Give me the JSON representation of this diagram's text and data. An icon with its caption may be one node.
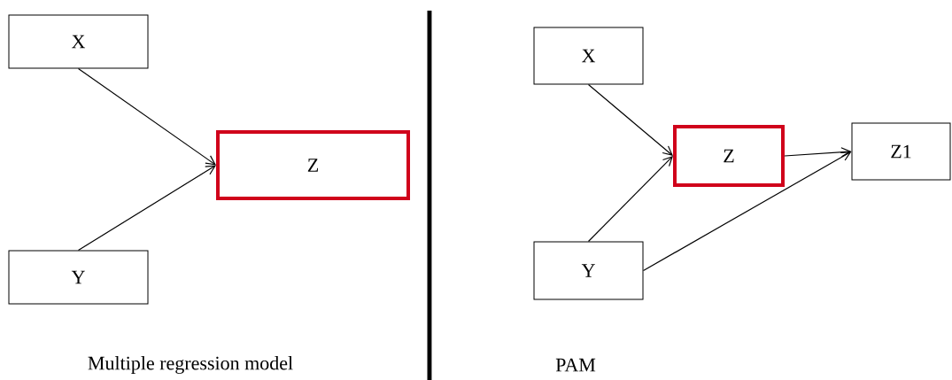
{
  "diagram": {
    "nodes": [
      {
        "text": [
          "X"
        ]
      },
      {
        "text": [
          "Z"
        ]
      },
      {
        "text": [
          "Y"
        ]
      },
      {
        "text": [
          "X"
        ]
      },
      {
        "text": [
          "Z"
        ]
      },
      {
        "text": [
          "Z1"
        ]
      },
      {
        "text": [
          "Y"
        ]
      }
    ],
    "edges": [
      {
        "from": 0,
        "to": 1,
        "arrow": "to"
      },
      {
        "from": 2,
        "to": 1,
        "arrow": "to"
      },
      {
        "from": 3,
        "to": 4,
        "arrow": "to"
      },
      {
        "from": 6,
        "to": 4,
        "arrow": "to"
      },
      {
        "from": 4,
        "to": 5,
        "arrow": "to"
      },
      {
        "from": 6,
        "to": 5,
        "arrow": "to"
      }
    ],
    "labels": [
      "Multiple regression model",
      "PAM"
    ]
  }
}
